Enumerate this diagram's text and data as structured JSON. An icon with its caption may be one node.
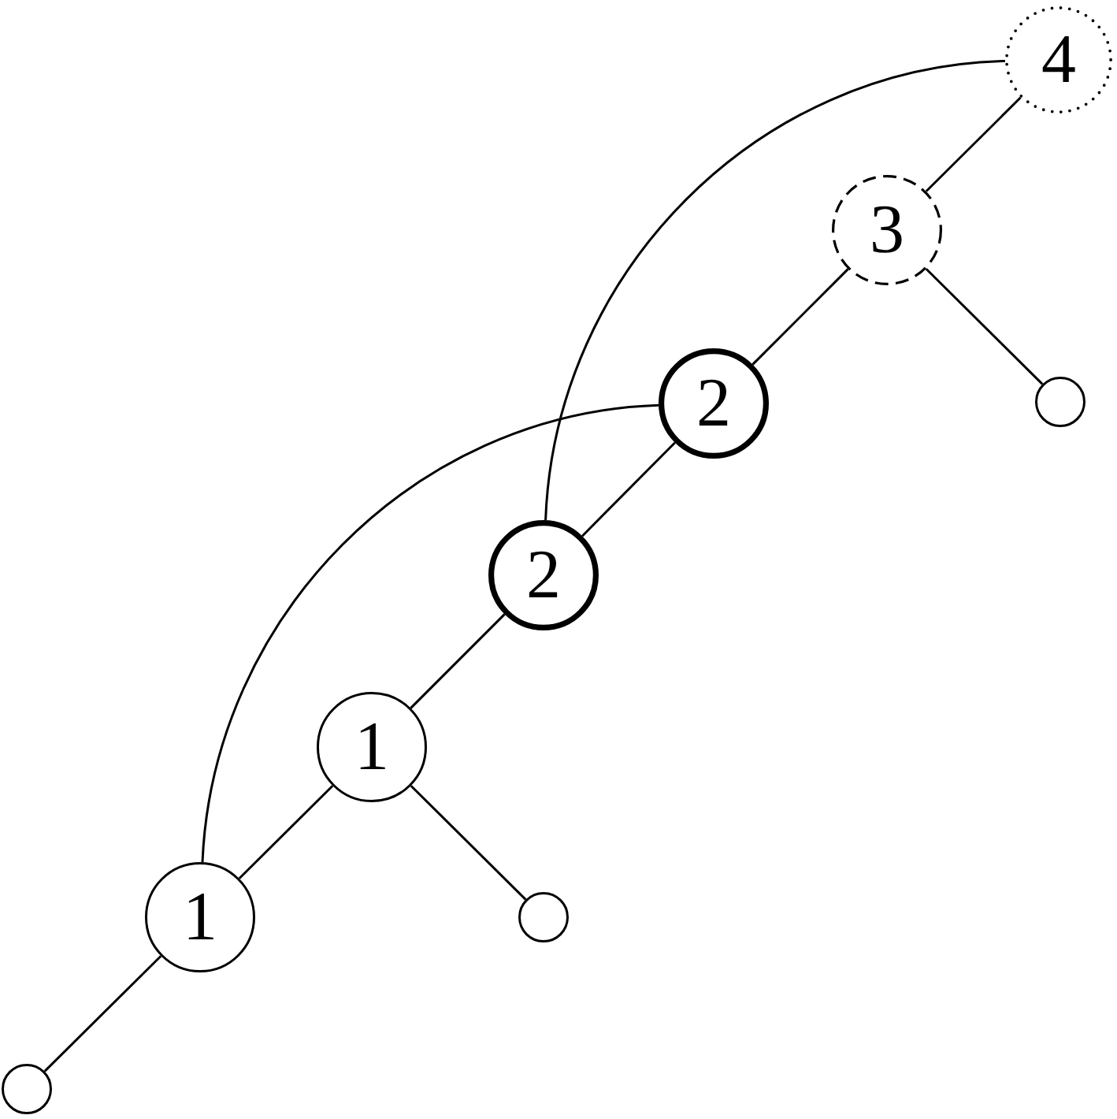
{
  "diagram": {
    "nodes": [
      {
        "text": [
          "4"
        ]
      },
      {
        "text": [
          "3"
        ]
      },
      {
        "text": [],
        "shape": "circle"
      },
      {
        "text": [
          "2"
        ]
      },
      {
        "text": [
          "2"
        ]
      },
      {
        "text": [
          "1"
        ]
      },
      {
        "text": [],
        "shape": "circle"
      },
      {
        "text": [
          "1"
        ]
      },
      {
        "text": [],
        "shape": "circle"
      }
    ],
    "edges": [
      {
        "from": 0,
        "to": 1,
        "arrow": "none"
      },
      {
        "from": 1,
        "to": 3,
        "arrow": "none"
      },
      {
        "from": 1,
        "to": 2,
        "arrow": "none"
      },
      {
        "from": 3,
        "to": 4,
        "arrow": "none"
      },
      {
        "from": 4,
        "to": 5,
        "arrow": "none"
      },
      {
        "from": 5,
        "to": 7,
        "arrow": "none"
      },
      {
        "from": 5,
        "to": 6,
        "arrow": "none"
      },
      {
        "from": 7,
        "to": 8,
        "arrow": "none"
      },
      {
        "from": 7,
        "to": 3,
        "arrow": "none"
      },
      {
        "from": 4,
        "to": 0,
        "arrow": "none"
      }
    ]
  }
}
